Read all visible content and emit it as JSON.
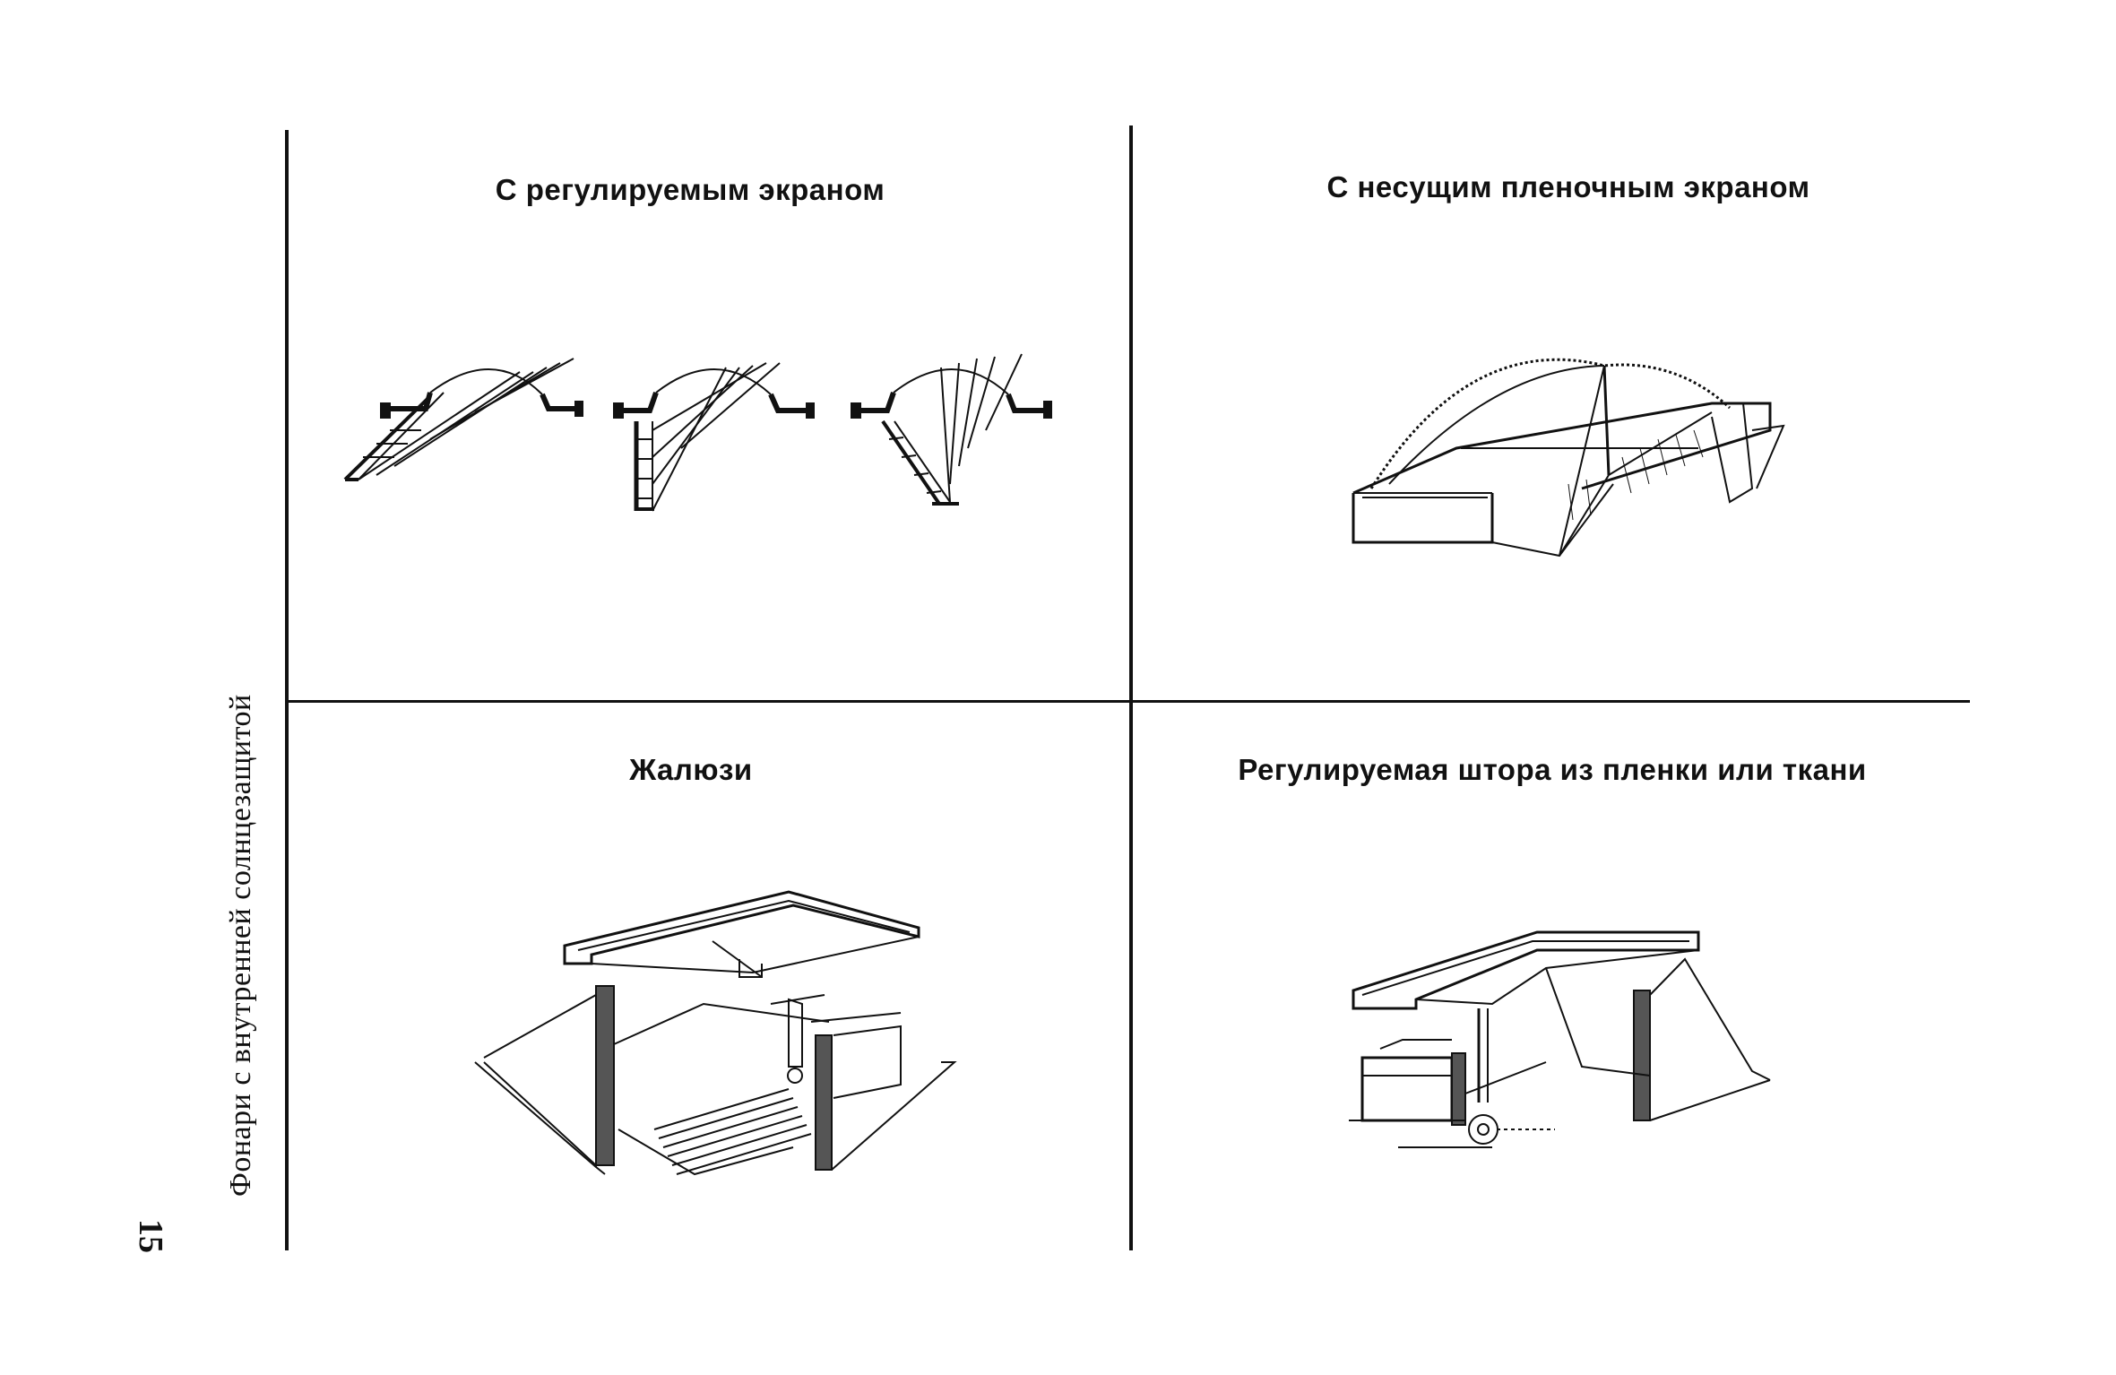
{
  "page": {
    "caption": "Фонари с внутренней солнцезащитой",
    "page_number": "15"
  },
  "panels": [
    {
      "title": "С регулируемым экраном"
    },
    {
      "title": "С несущим пленочным экраном"
    },
    {
      "title": "Жалюзи"
    },
    {
      "title": "Регулируемая штора из пленки или ткани"
    }
  ]
}
